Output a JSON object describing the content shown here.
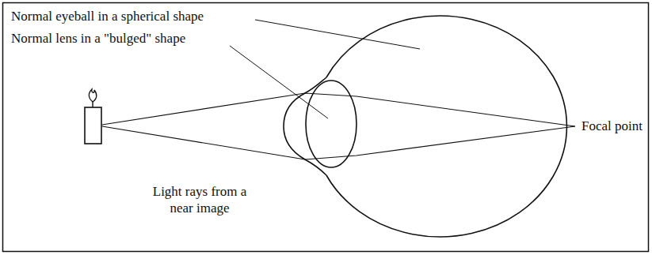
{
  "diagram": {
    "labels": [
      "Normal eyeball in a spherical shape",
      "Normal lens in a \"bulged\" shape",
      "Focal point",
      "Light rays from a near image"
    ]
  }
}
